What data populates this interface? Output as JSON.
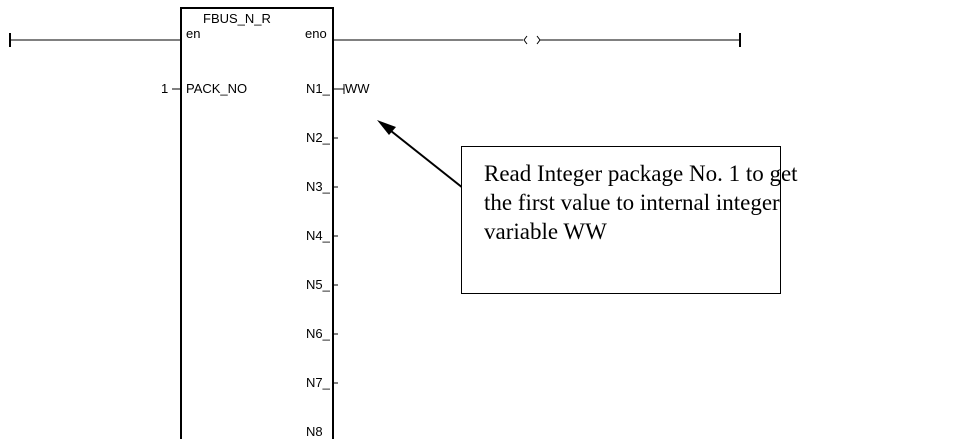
{
  "function_block": {
    "name": "FBUS_N_R",
    "en_label": "en",
    "eno_label": "eno",
    "input_constant": "1",
    "input_pin": "PACK_NO",
    "output_pins": [
      "N1_",
      "N2_",
      "N3_",
      "N4_",
      "N5_",
      "N6_",
      "N7_",
      "N8"
    ],
    "output_variable": "WW"
  },
  "coil": {
    "symbol": "( )"
  },
  "callout": {
    "lines": [
      "Read Integer package No. 1 to get",
      "the first value to internal integer",
      "variable WW"
    ]
  }
}
